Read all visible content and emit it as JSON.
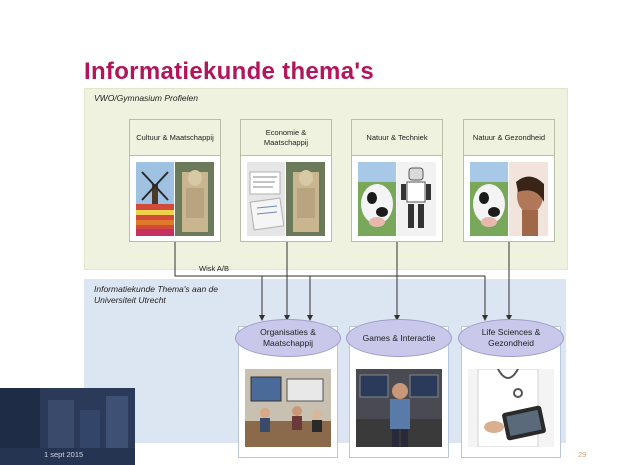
{
  "slide": {
    "title": "Informatiekunde thema's",
    "date": "1 sept 2015",
    "page_number": "29"
  },
  "top_panel": {
    "label": "VWO/Gymnasium Profielen",
    "profiles": [
      {
        "label": "Cultuur & Maatschappij",
        "image": "windmill-tulips-and-statue-photo"
      },
      {
        "label": "Economie & Maatschappij",
        "image": "documents-and-statue-photo"
      },
      {
        "label": "Natuur & Techniek",
        "image": "cow-and-robot-photo"
      },
      {
        "label": "Natuur & Gezondheid",
        "image": "cow-and-woman-photo"
      }
    ]
  },
  "connector_label": "Wisk A/B",
  "bottom_panel": {
    "label": "Informatiekunde Thema's aan de Universiteit Utrecht",
    "themes": [
      {
        "label": "Organisaties & Maatschappij",
        "image": "meeting-room-photo"
      },
      {
        "label": "Games & Interactie",
        "image": "gaming-setup-photo"
      },
      {
        "label": "Life Sciences & Gezondheid",
        "image": "doctor-tablet-photo"
      }
    ]
  },
  "colors": {
    "title": "#b4145a",
    "top_panel": "#eef2de",
    "bottom_panel": "#dce6f2",
    "theme_pill": "#c9c8ea"
  }
}
